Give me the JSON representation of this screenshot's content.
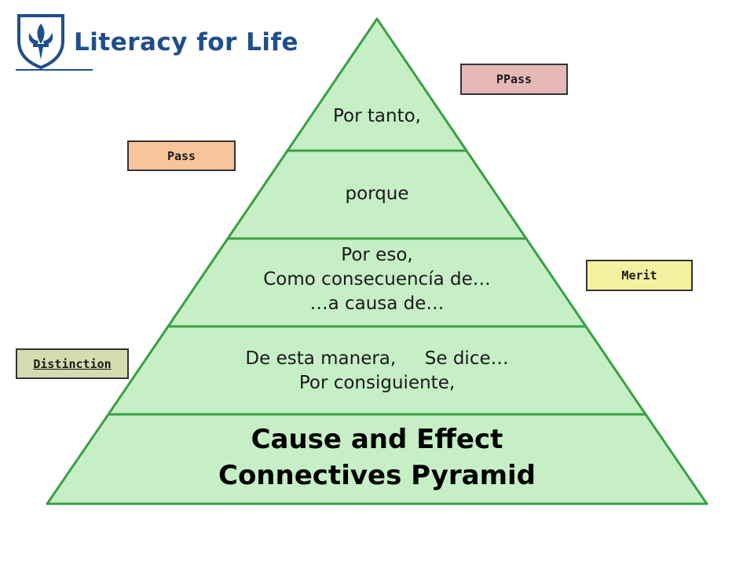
{
  "logo": {
    "text": "Literacy for Life",
    "crest_icon": "fleur-de-lis-shield-icon",
    "color": "#1f4e8c"
  },
  "pyramid": {
    "fill": "#c6efc6",
    "stroke": "#3aa044",
    "levels": [
      {
        "lines": [
          "Por tanto,"
        ]
      },
      {
        "lines": [
          "porque"
        ]
      },
      {
        "lines": [
          "Por eso,",
          "Como consecuencía de…",
          "…a causa de…"
        ]
      },
      {
        "lines": [
          "De esta manera,     Se dice…",
          "Por consiguiente,"
        ]
      }
    ],
    "title_lines": [
      "Cause and Effect",
      "Connectives Pyramid"
    ]
  },
  "badges": {
    "ppass": {
      "label": "PPass",
      "color": "#e6b8b8"
    },
    "pass": {
      "label": "Pass",
      "color": "#f8c49a"
    },
    "merit": {
      "label": "Merit",
      "color": "#f5f0a0"
    },
    "distinction": {
      "label": "Distinction",
      "color": "#d3ddb0"
    }
  }
}
